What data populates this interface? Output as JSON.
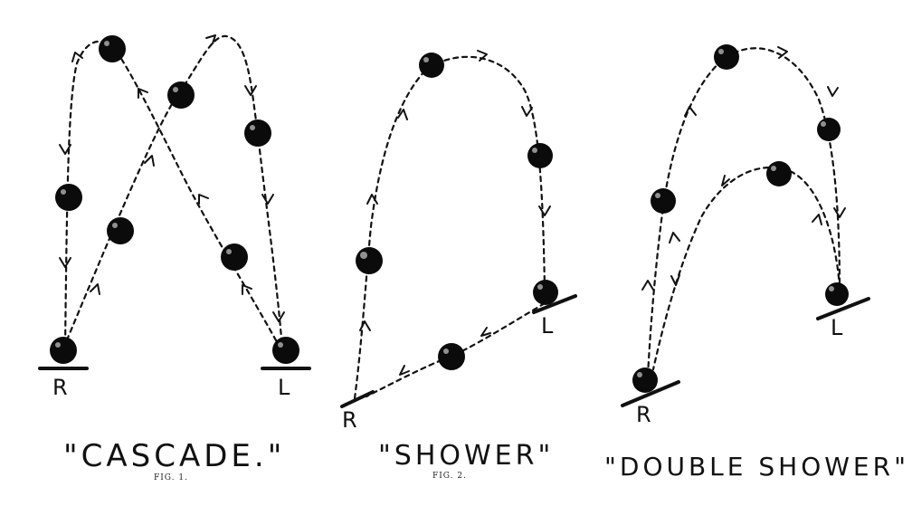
{
  "panels": [
    {
      "title": "\"CASCADE.\"",
      "fig": "FIG. 1.",
      "right_hand": "R",
      "left_hand": "L"
    },
    {
      "title": "\"SHOWER\"",
      "fig": "FIG. 2.",
      "right_hand": "R",
      "left_hand": "L"
    },
    {
      "title": "\"DOUBLE SHOWER\"",
      "fig": "",
      "right_hand": "R",
      "left_hand": "L"
    }
  ],
  "colors": {
    "ink": "#111111",
    "background": "#ffffff"
  },
  "icons": [
    "ball-icon",
    "arrow-icon",
    "hand-palm-icon"
  ]
}
